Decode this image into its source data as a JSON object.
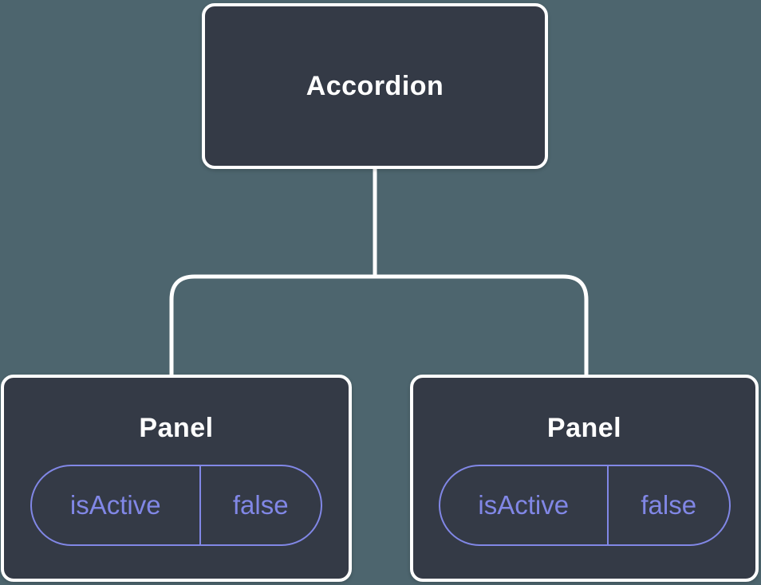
{
  "colors": {
    "background": "#4d656e",
    "card_fill": "#343a46",
    "card_border": "#ffffff",
    "connector": "#ffffff",
    "title_text": "#ffffff",
    "pill": "#8187e6"
  },
  "tree": {
    "root": {
      "label": "Accordion"
    },
    "children": [
      {
        "label": "Panel",
        "state": {
          "name": "isActive",
          "value": "false"
        }
      },
      {
        "label": "Panel",
        "state": {
          "name": "isActive",
          "value": "false"
        }
      }
    ]
  }
}
